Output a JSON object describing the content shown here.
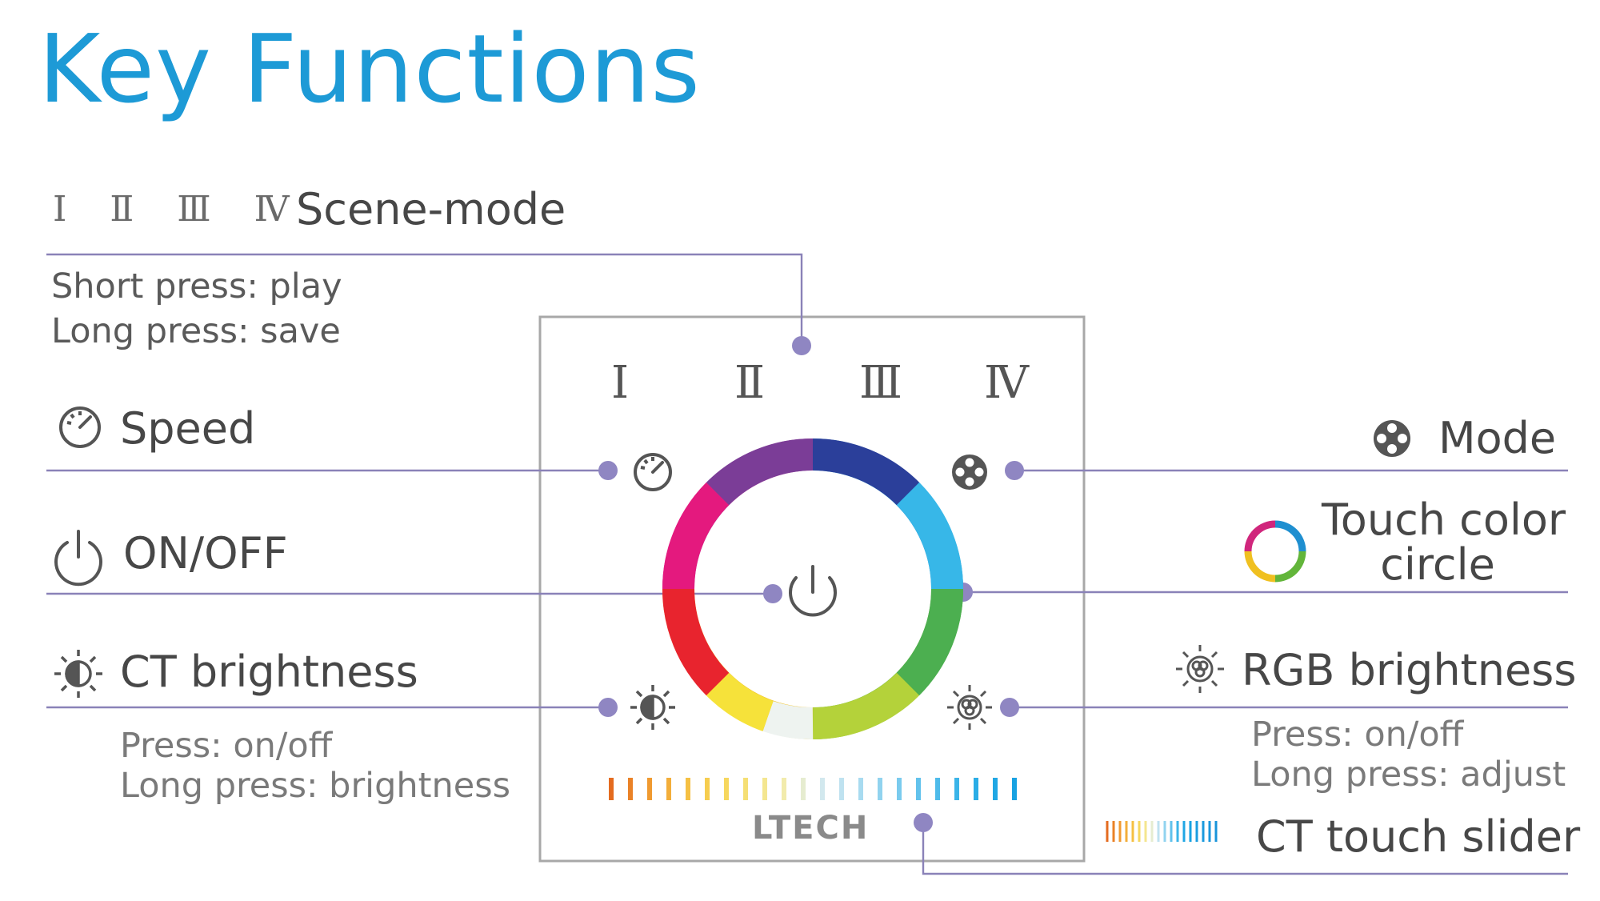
{
  "title": "Key Functions",
  "scene_mode": {
    "numerals": "Ⅰ Ⅱ Ⅲ Ⅳ",
    "label": "Scene-mode",
    "desc_line1": "Short press: play",
    "desc_line2": "Long press: save"
  },
  "speed": {
    "label": "Speed",
    "icon": "speedometer-icon"
  },
  "onoff": {
    "label": "ON/OFF",
    "icon": "power-icon"
  },
  "ct_brightness": {
    "label": "CT brightness",
    "icon": "sun-half-icon",
    "desc_line1": "Press: on/off",
    "desc_line2": "Long press: brightness"
  },
  "mode": {
    "label": "Mode",
    "icon": "mode-dots-icon"
  },
  "touch_color": {
    "label_line1": "Touch color",
    "label_line2": "circle",
    "icon": "color-ring-icon"
  },
  "rgb_brightness": {
    "label": "RGB brightness",
    "icon": "sun-rgb-icon",
    "desc_line1": "Press: on/off",
    "desc_line2": "Long press: adjust"
  },
  "ct_slider": {
    "label": "CT touch slider",
    "icon": "ct-slider-icon"
  },
  "panel": {
    "scene_buttons": [
      "Ⅰ",
      "Ⅱ",
      "Ⅲ",
      "Ⅳ"
    ],
    "logo": "LTECH"
  },
  "colors": {
    "title": "#1d9ad6",
    "leader": "#8a82b8",
    "dot": "#8f86c2",
    "panel_border": "#a8a8a8"
  }
}
